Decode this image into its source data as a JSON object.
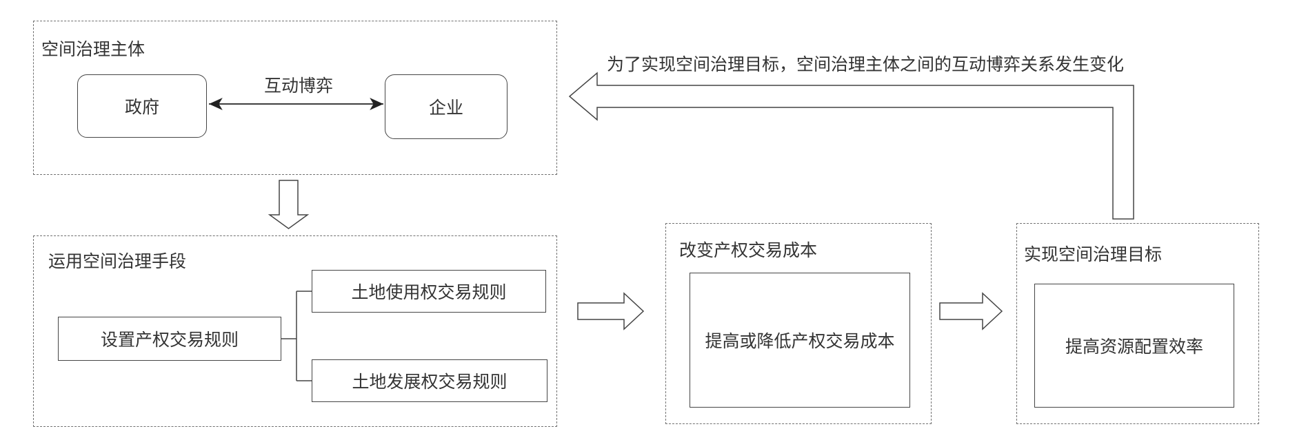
{
  "governance_subject": {
    "title": "空间治理主体",
    "government": "政府",
    "enterprise": "企业",
    "interaction_label": "互动博弈"
  },
  "governance_means": {
    "title": "运用空间治理手段",
    "set_rules": "设置产权交易规则",
    "land_use_rules": "土地使用权交易规则",
    "land_dev_rules": "土地发展权交易规则"
  },
  "change_cost": {
    "title": "改变产权交易成本",
    "content": "提高或降低产权交易成本"
  },
  "achieve_goal": {
    "title": "实现空间治理目标",
    "content": "提高资源配置效率"
  },
  "feedback_label": "为了实现空间治理目标，空间治理主体之间的互动博弈关系发生变化"
}
